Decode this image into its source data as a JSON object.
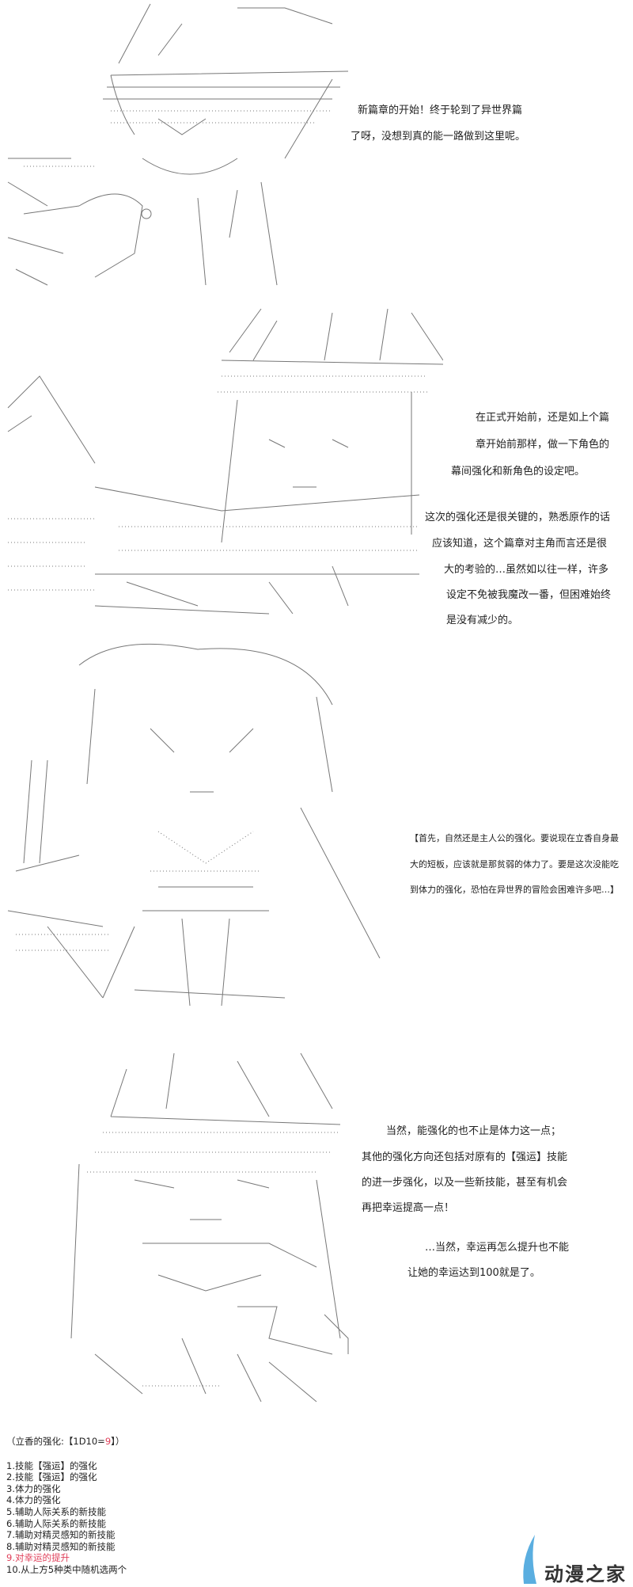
{
  "panels": [
    {
      "lines": [
        "新篇章的开始！终于轮到了异世界篇",
        "了呀，没想到真的能一路做到这里呢。"
      ]
    },
    {
      "lines": [
        "在正式开始前，还是如上个篇",
        "章开始前那样，做一下角色的",
        "幕间强化和新角色的设定吧。"
      ]
    },
    {
      "lines": [
        "这次的强化还是很关键的，熟悉原作的话",
        "应该知道，这个篇章对主角而言还是很",
        "大的考验的…虽然如以往一样，许多",
        "设定不免被我魔改一番，但困难始终",
        "是没有减少的。"
      ]
    },
    {
      "lines": [
        "【首先，自然还是主人公的强化。要说现在立香自身最",
        "大的短板，应该就是那贫弱的体力了。要是这次没能吃",
        "到体力的强化，恐怕在异世界的冒险会困难许多吧…】"
      ]
    },
    {
      "lines": [
        "当然，能强化的也不止是体力这一点；",
        "其他的强化方向还包括对原有的【强运】技能",
        "的进一步强化，以及一些新技能，甚至有机会",
        "再把幸运提高一点！"
      ]
    },
    {
      "lines": [
        "…当然，幸运再怎么提升也不能",
        "让她的幸运达到100就是了。"
      ]
    }
  ],
  "roll": {
    "prefix": "（立香的强化:【1D10=",
    "result": "9",
    "suffix": "】）",
    "options": [
      "1.技能【强运】的强化",
      "2.技能【强运】的强化",
      "3.体力的强化",
      "4.体力的强化",
      "5.辅助人际关系的新技能",
      "6.辅助人际关系的新技能",
      "7.辅助对精灵感知的新技能",
      "8.辅助对精灵感知的新技能",
      "9.对幸运的提升",
      "10.从上方5种类中随机选两个"
    ],
    "highlight_color": "#e0405a"
  },
  "watermark": {
    "text": "动漫之家",
    "color": "#5aaee0"
  }
}
